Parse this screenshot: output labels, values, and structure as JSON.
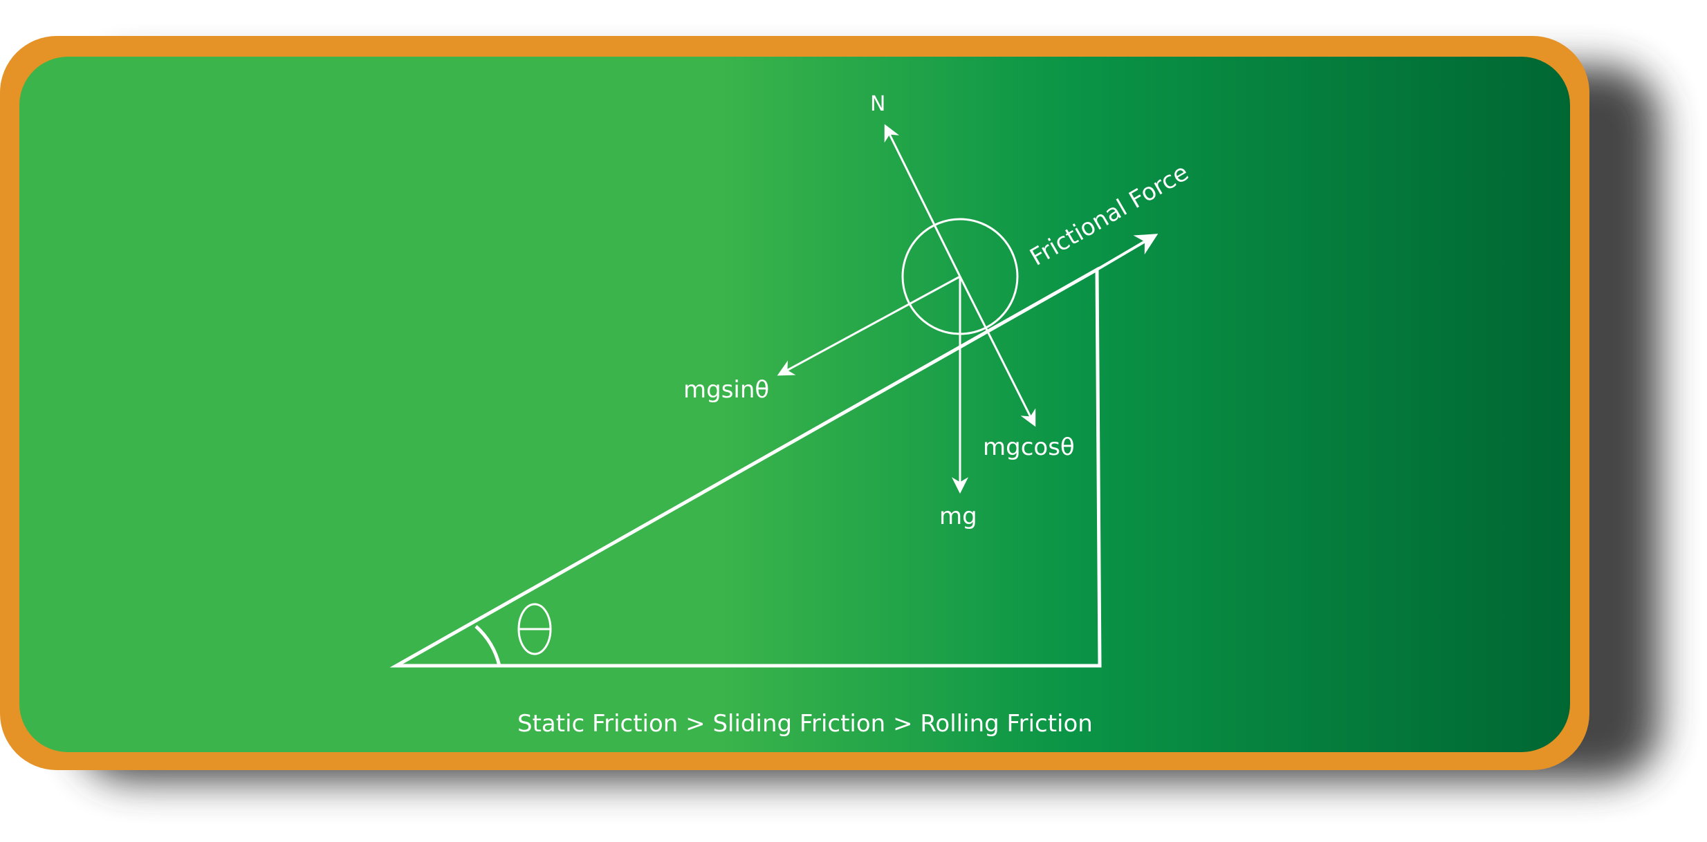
{
  "colors": {
    "frame": "#E59327",
    "board_start": "#3BB44B",
    "board_mid": "#0A9446",
    "board_end": "#006733",
    "shadow": "#3c3c3c",
    "chalk": "#ffffff"
  },
  "labels": {
    "normal": "N",
    "friction": "Frictional Force",
    "mgsin": "mgsinθ",
    "mgcos": "mgcosθ",
    "mg": "mg",
    "footer": "Static Friction > Sliding Friction > Rolling Friction"
  },
  "angle_symbol_name": "theta-symbol"
}
